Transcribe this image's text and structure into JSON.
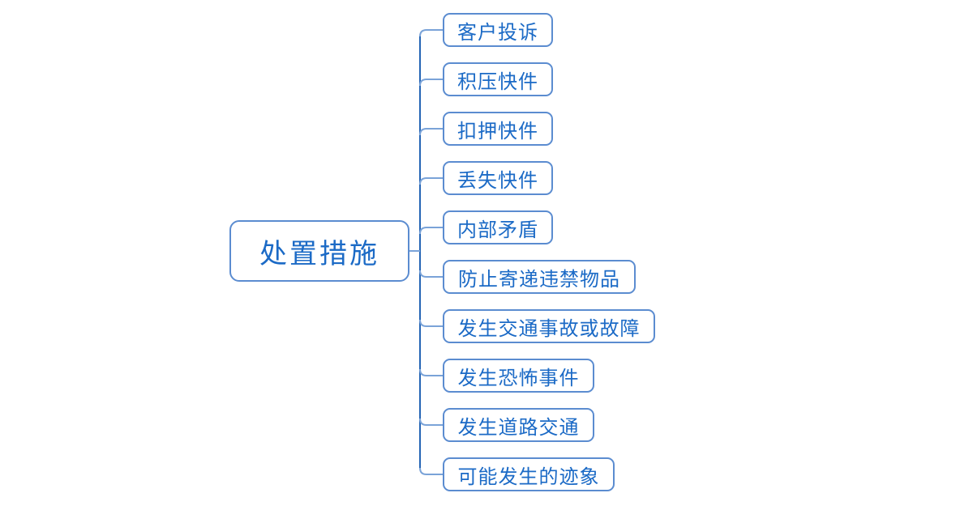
{
  "mindmap": {
    "root": {
      "label": "处置措施"
    },
    "children": [
      {
        "label": "客户投诉"
      },
      {
        "label": "积压快件"
      },
      {
        "label": "扣押快件"
      },
      {
        "label": "丢失快件"
      },
      {
        "label": "内部矛盾"
      },
      {
        "label": "防止寄递违禁物品"
      },
      {
        "label": "发生交通事故或故障"
      },
      {
        "label": "发生恐怖事件"
      },
      {
        "label": "发生道路交通"
      },
      {
        "label": "可能发生的迹象"
      }
    ]
  },
  "colors": {
    "background": "#ffffff",
    "node_border": "#5b8cd0",
    "node_text": "#1b6ac6",
    "connector_spine": "#2565b5",
    "connector_branch": "#7aa3d8"
  }
}
